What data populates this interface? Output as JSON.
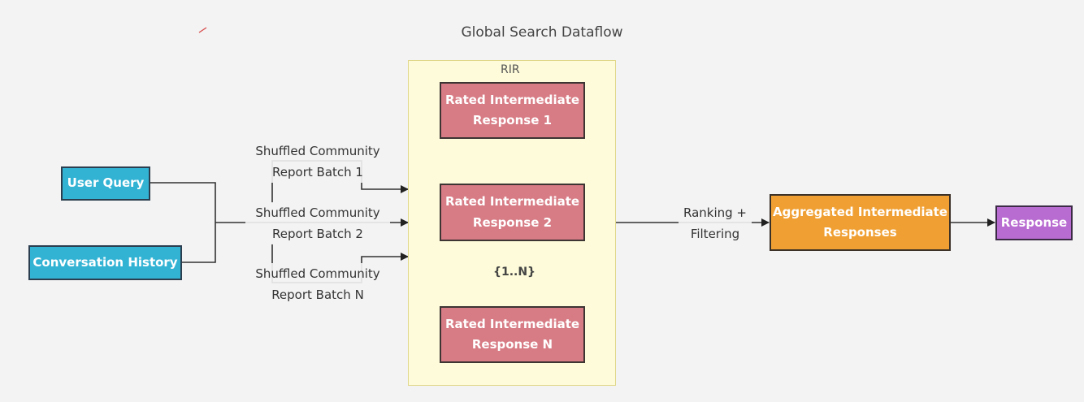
{
  "diagram": {
    "title": "Global Search Dataflow",
    "inputs": {
      "user_query": "User Query",
      "conversation_history": "Conversation History"
    },
    "batches": [
      "Shuffled Community Report Batch 1",
      "Shuffled Community Report Batch 2",
      "Shuffled Community Report Batch N"
    ],
    "subgraph": {
      "label": "RIR",
      "responses": [
        "Rated Intermediate Response 1",
        "Rated Intermediate Response 2",
        "Rated Intermediate Response N"
      ],
      "range_label": "{1..N}"
    },
    "ranking_label": "Ranking + Filtering",
    "aggregated": "Aggregated Intermediate Responses",
    "output": "Response"
  },
  "colors": {
    "input_node": "#33b3d4",
    "rir_node": "#d77b84",
    "aggregated_node": "#f0a033",
    "output_node": "#b86bd0",
    "subgraph_fill": "#fdfbd9"
  }
}
